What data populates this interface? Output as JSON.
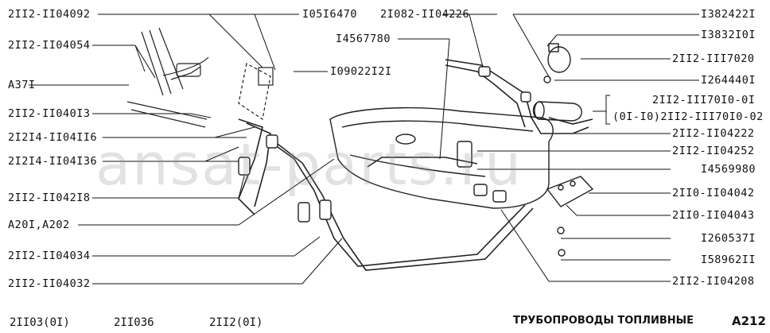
{
  "labels_left": [
    "2II2-II04092",
    "2II2-II04054",
    "A37I",
    "2II2-II040I3",
    "2I2I4-II04II6",
    "2I2I4-II04I36",
    "2II2-II042I8",
    "A20I,A202",
    "2II2-II04034",
    "2II2-II04032"
  ],
  "labels_top": [
    "I05I6470",
    "2I082-II04226",
    "I4567780",
    "I09022I2I"
  ],
  "labels_right": [
    "I382422I",
    "I3832I0I",
    "2II2-III7020",
    "I264440I",
    "2II2-III70I0-0I",
    "(0I-I0)2II2-III70I0-02",
    "2II2-II04222",
    "2II2-II04252",
    "I4569980",
    "2II0-II04042",
    "2II0-II04043",
    "I260537I",
    "I58962II",
    "2II2-II04208"
  ],
  "footer_models": [
    "2II03(0I)",
    "2II036",
    "2II2(0I)"
  ],
  "footer_title": "ТРУБОПРОВОДЫ ТОПЛИВНЫЕ",
  "page_code": "A212",
  "watermark": "ansat-parts.ru",
  "colors": {
    "line": "#111111",
    "paper": "#ffffff",
    "watermark": "#969696"
  }
}
